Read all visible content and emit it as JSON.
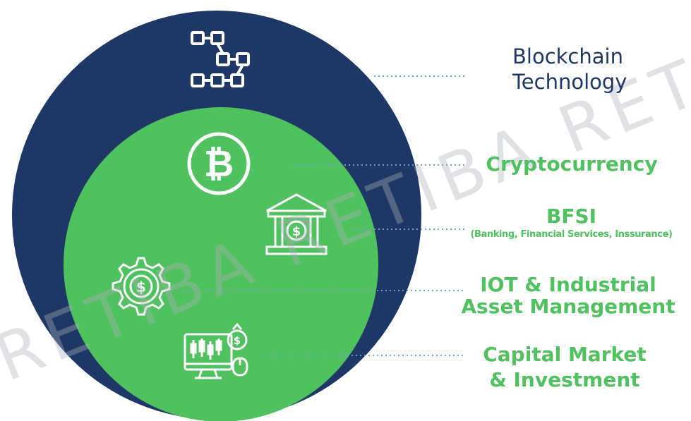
{
  "labels": {
    "outer_line1": "Blockchain",
    "outer_line2": "Technology",
    "crypto": "Cryptocurrency",
    "bfsi_title": "BFSI",
    "bfsi_sub": "(Banking, Financial Services, Inssurance)",
    "iot_line1": "IOT & Industrial",
    "iot_line2": "Asset Management",
    "capital_line1": "Capital Market",
    "capital_line2": "& Investment"
  },
  "watermark": "RETIBA RETIBA RETIBA",
  "icons": [
    "blockchain-icon",
    "bitcoin-icon",
    "bank-dollar-icon",
    "gear-dollar-icon",
    "trading-monitor-icon"
  ],
  "colors": {
    "outer_circle": "#1e3766",
    "inner_circle": "#4fc15e",
    "outer_text": "#1e3766",
    "inner_text": "#4fc15e",
    "icon": "#ffffff"
  }
}
